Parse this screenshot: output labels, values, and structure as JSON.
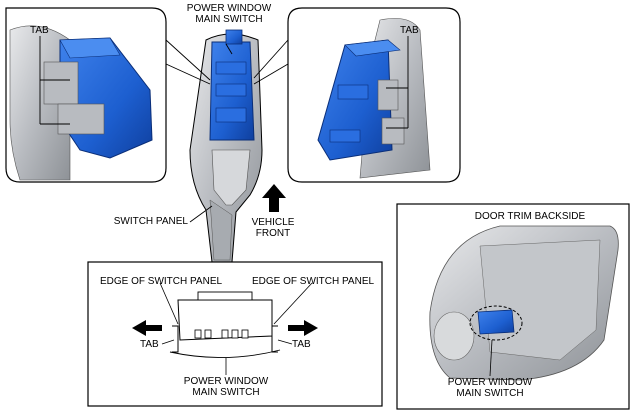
{
  "labels": {
    "power_window_main_switch_top": [
      "POWER WINDOW",
      "MAIN SWITCH"
    ],
    "tab_left": "TAB",
    "tab_right": "TAB",
    "switch_panel": "SWITCH PANEL",
    "vehicle_front": [
      "VEHICLE",
      "FRONT"
    ],
    "door_trim_backside": "DOOR TRIM BACKSIDE",
    "edge_left": "EDGE OF SWITCH PANEL",
    "edge_right": "EDGE OF SWITCH PANEL",
    "tab_bottom_left": "TAB",
    "tab_bottom_right": "TAB",
    "power_window_main_switch_bottom": [
      "POWER WINDOW",
      "MAIN SWITCH"
    ],
    "power_window_main_switch_door": [
      "POWER WINDOW",
      "MAIN SWITCH"
    ]
  },
  "colors": {
    "switch_blue": "#1d5fd0",
    "switch_blue_dark": "#0f3f9e",
    "panel_gray": "#c9cbcf",
    "panel_gray_dark": "#8c9096",
    "outline": "#000000"
  }
}
